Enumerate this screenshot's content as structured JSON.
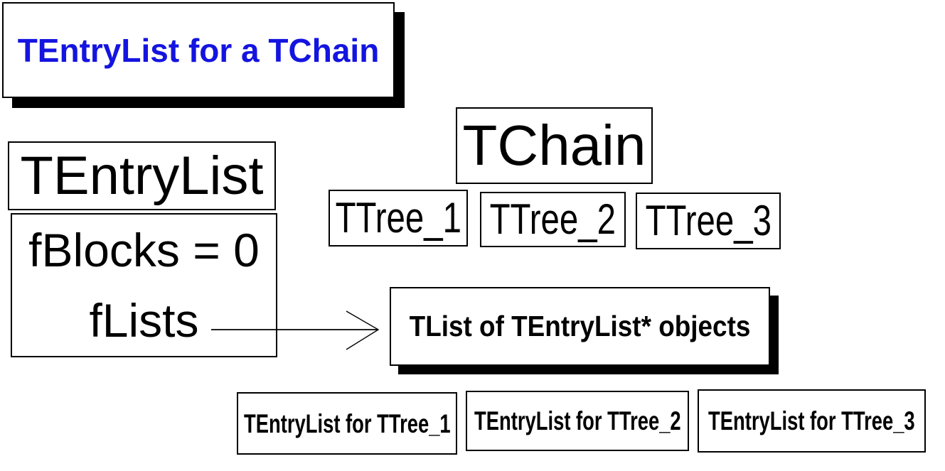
{
  "diagram": {
    "title": {
      "label": "TEntryList for a TChain",
      "text_color": "#1414e0"
    },
    "entrylist_class": {
      "header": "TEntryList",
      "fields": {
        "fblocks": "fBlocks = 0",
        "flists": "fLists"
      }
    },
    "chain": {
      "label": "TChain"
    },
    "trees": [
      {
        "label": "TTree_1"
      },
      {
        "label": "TTree_2"
      },
      {
        "label": "TTree_3"
      }
    ],
    "tlist": {
      "label": "TList of TEntryList* objects"
    },
    "sub_entry_lists": [
      {
        "label": "TEntryList for TTree_1"
      },
      {
        "label": "TEntryList for TTree_2"
      },
      {
        "label": "TEntryList for TTree_3"
      }
    ],
    "arrow": {
      "from": "fLists",
      "to": "TList of TEntryList* objects"
    },
    "colors": {
      "background": "#ffffff",
      "box_fill": "#ffffff",
      "box_border": "#000000",
      "shadow": "#000000",
      "text": "#000000",
      "title_text": "#1414e0"
    }
  }
}
